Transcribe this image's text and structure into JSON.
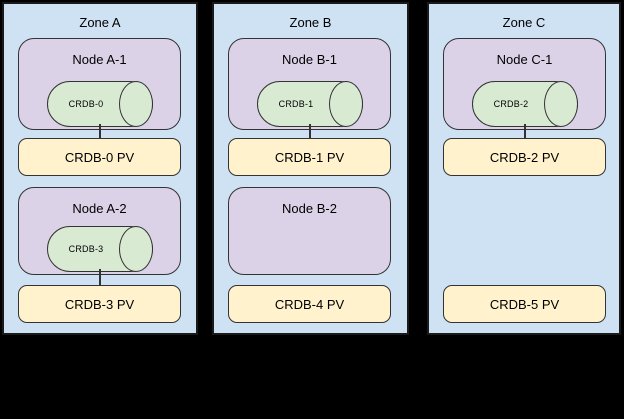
{
  "zones": [
    {
      "label": "Zone A",
      "nodes": [
        {
          "label": "Node A-1",
          "cylinder": "CRDB-0"
        },
        {
          "label": "Node A-2",
          "cylinder": "CRDB-3"
        }
      ],
      "pvs": [
        "CRDB-0 PV",
        "CRDB-3 PV"
      ]
    },
    {
      "label": "Zone B",
      "nodes": [
        {
          "label": "Node B-1",
          "cylinder": "CRDB-1"
        },
        {
          "label": "Node B-2"
        }
      ],
      "pvs": [
        "CRDB-1 PV",
        "CRDB-4 PV"
      ]
    },
    {
      "label": "Zone C",
      "nodes": [
        {
          "label": "Node C-1",
          "cylinder": "CRDB-2"
        }
      ],
      "pvs": [
        "CRDB-2 PV",
        "CRDB-5 PV"
      ]
    }
  ],
  "colors": {
    "background": "#000000",
    "zone_fill": "#cfe2f3",
    "zone_border": "#1a1a1a",
    "node_fill": "#dcd2e8",
    "cylinder_fill": "#d9ead3",
    "pv_fill": "#fff2cc",
    "border": "#333333",
    "text": "#000000"
  }
}
